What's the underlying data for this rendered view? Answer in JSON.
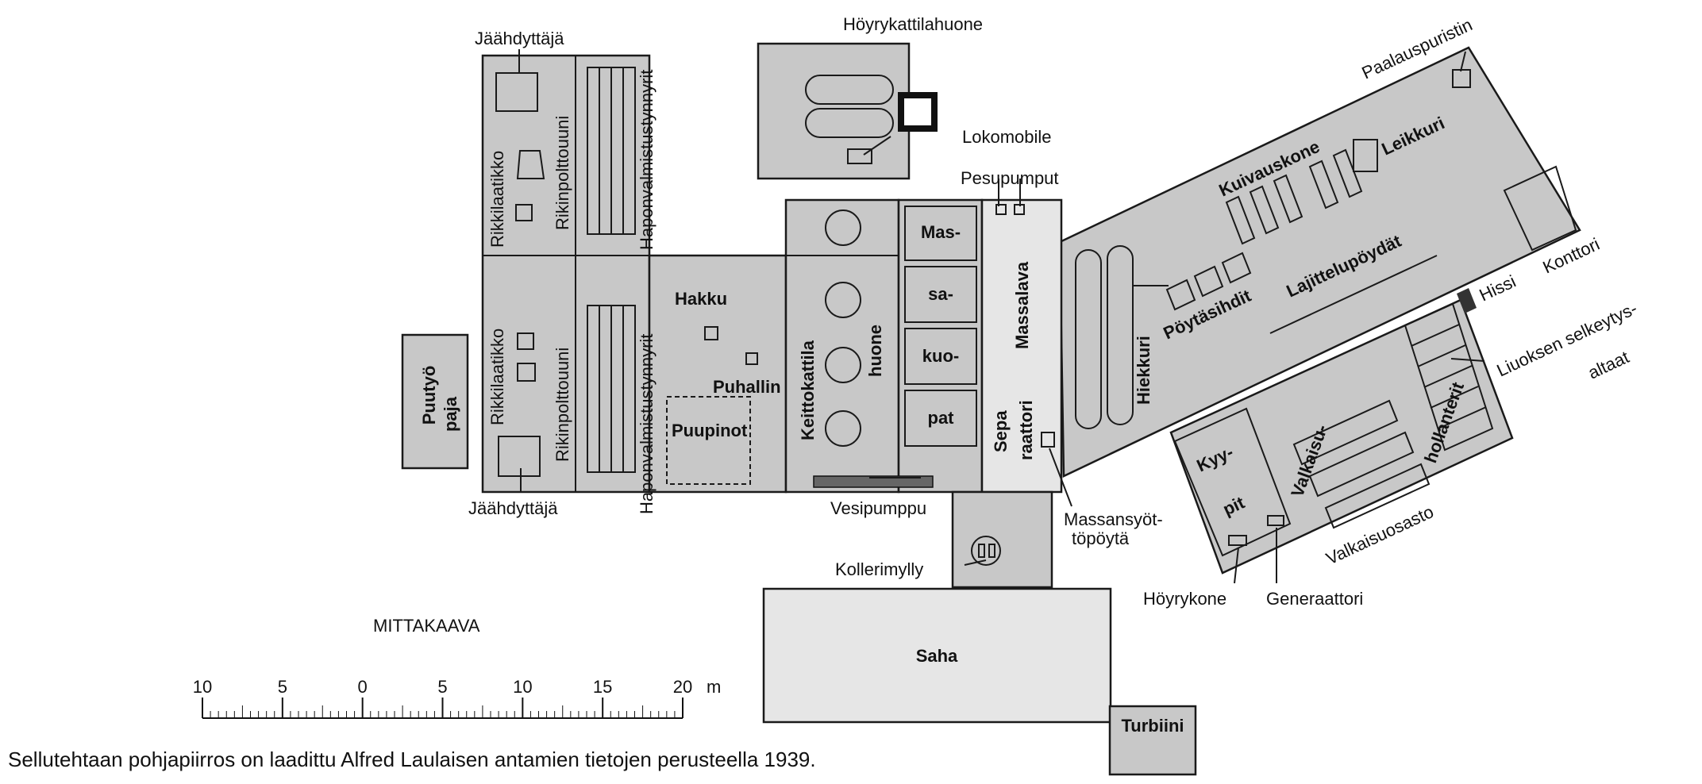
{
  "labels": {
    "hoyrykattilahuone": "Höyrykattilahuone",
    "lokomobile": "Lokomobile",
    "jaahdyttaja_top": "Jäähdyttäjä",
    "rikkilaatikko_top": "Rikkilaatikko",
    "rikinpolttouuni_top": "Rikinpolttouuni",
    "haponvalmistus_top": "Haponvalmistustynnyrit",
    "rikkilaatikko_bottom": "Rikkilaatikko",
    "rikinpolttouuni_bottom": "Rikinpolttouuni",
    "haponvalmistus_bottom": "Haponvalmistustynnyrit",
    "jaahdyttaja_bottom": "Jäähdyttäjä",
    "hakku": "Hakku",
    "puhallin": "Puhallin",
    "puupinot": "Puupinot",
    "puutyo": "Puutyö",
    "paja": "paja",
    "keittokattila": "Keittokattila",
    "huone": "huone",
    "mas": "Mas-",
    "sa": "sa-",
    "kuo": "kuo-",
    "pat": "pat",
    "pesupumput": "Pesupumput",
    "massalava": "Massalava",
    "sepa": "Sepa",
    "raattori": "raattori",
    "massansyot": "Massansyöt-",
    "topoyta": "töpöytä",
    "hiekkuri": "Hiekkuri",
    "poytasihdit": "Pöytäsihdit",
    "lajittelupoydat": "Lajittelupöydät",
    "kuivauskone": "Kuivauskone",
    "leikkuri": "Leikkuri",
    "paalauspuristin": "Paalauspuristin",
    "hissi": "Hissi",
    "konttori": "Konttori",
    "liuoksen": "Liuoksen selkeytys-",
    "altaat": "altaat",
    "kyy": "Kyy-",
    "pit": "pit",
    "valkaisu": "Valkaisu-",
    "hollanterit": "hollanterit",
    "valkaisuosasto": "Valkaisuosasto",
    "hoyrykone": "Höyrykone",
    "generaattori": "Generaattori",
    "vesipumppu": "Vesipumppu",
    "kollerimylly": "Kollerimylly",
    "saha": "Saha",
    "turbiini": "Turbiini"
  },
  "scale": {
    "title": "MITTAKAAVA",
    "ticks": [
      "10",
      "5",
      "0",
      "5",
      "10",
      "15",
      "20"
    ],
    "unit": "m"
  },
  "caption": "Sellutehtaan pohjapiirros on laadittu Alfred Laulaisen antamien tietojen perusteella 1939."
}
